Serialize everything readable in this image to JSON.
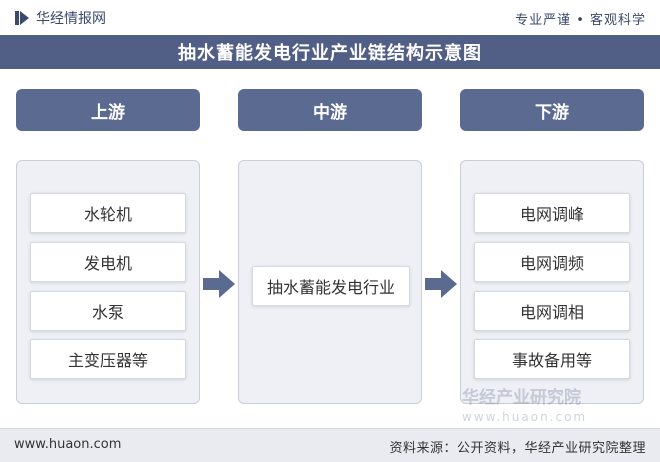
{
  "header": {
    "brand": "华经情报网",
    "tagline": "专业严谨 • 客观科学",
    "title": "抽水蓄能发电行业产业链结构示意图"
  },
  "stages": {
    "upstream": {
      "label": "上游",
      "items": [
        "水轮机",
        "发电机",
        "水泵",
        "主变压器等"
      ]
    },
    "midstream": {
      "label": "中游",
      "items": [
        "抽水蓄能发电行业"
      ]
    },
    "downstream": {
      "label": "下游",
      "items": [
        "电网调峰",
        "电网调频",
        "电网调相",
        "事故备用等"
      ]
    }
  },
  "watermark": {
    "name": "华经产业研究院",
    "url": "www.huaon.com"
  },
  "footer": {
    "site": "www.huaon.com",
    "source": "资料来源：公开资料，华经产业研究院整理"
  },
  "colors": {
    "title_bg": "#515e86",
    "header_bg": "#5b6a91",
    "arrow": "#5b6a91",
    "panel_bg": "#eef0f5"
  }
}
